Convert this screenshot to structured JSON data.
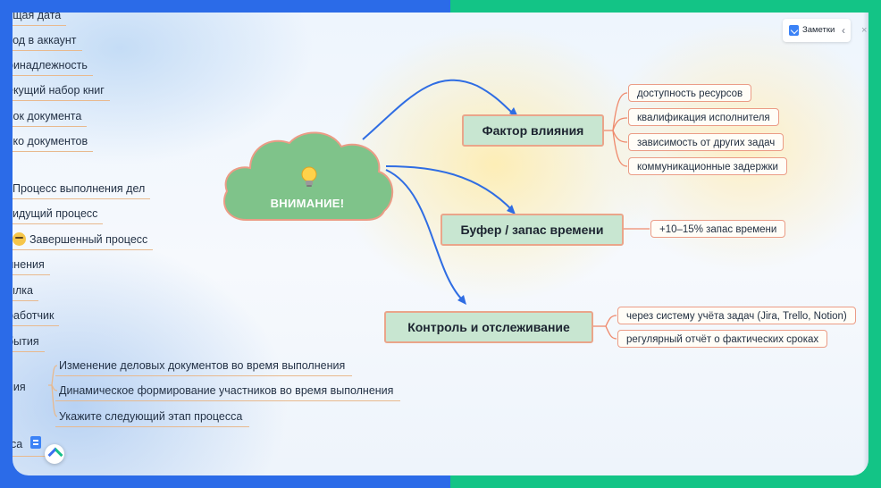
{
  "left_panel": {
    "items": [
      "ущая дата",
      "ход в аккаунт",
      "ринадлежность",
      "екущий набор книг",
      "вок документа",
      "ько документов",
      "Процесс выполнения дел",
      "идущий процесс",
      "Завершенный процесс",
      "лнения",
      "ылка",
      "работчик",
      "бытия",
      "ния"
    ],
    "sub_items": [
      "Изменение деловых документов во время выполнения",
      "Динамическое формирование участников во время выполнения",
      "Укажите следующий этап процесса"
    ],
    "bottom_text": "са"
  },
  "mindmap": {
    "central": "ВНИМАНИЕ!",
    "topics": [
      {
        "label": "Фактор влияния",
        "leaves": [
          "доступность ресурсов",
          "квалификация исполнителя",
          "зависимость от других задач",
          "коммуникационные задержки"
        ]
      },
      {
        "label": "Буфер / запас времени",
        "leaves": [
          "+10–15% запас времени"
        ]
      },
      {
        "label": "Контроль и отслеживание",
        "leaves": [
          "через систему учёта задач (Jira, Trello, Notion)",
          "регулярный отчёт о фактических сроках"
        ]
      }
    ]
  },
  "toolbar": {
    "notes_label": "Заметки"
  },
  "colors": {
    "frame_left": "#2b6be8",
    "frame_right": "#13c486",
    "cloud_fill": "#7fc38a",
    "cloud_border": "#eb9c86",
    "topic_fill": "#c8e6d1",
    "topic_border": "#eaa58a",
    "main_link": "#2f6de3",
    "leaf_link": "#ef8a6d"
  }
}
